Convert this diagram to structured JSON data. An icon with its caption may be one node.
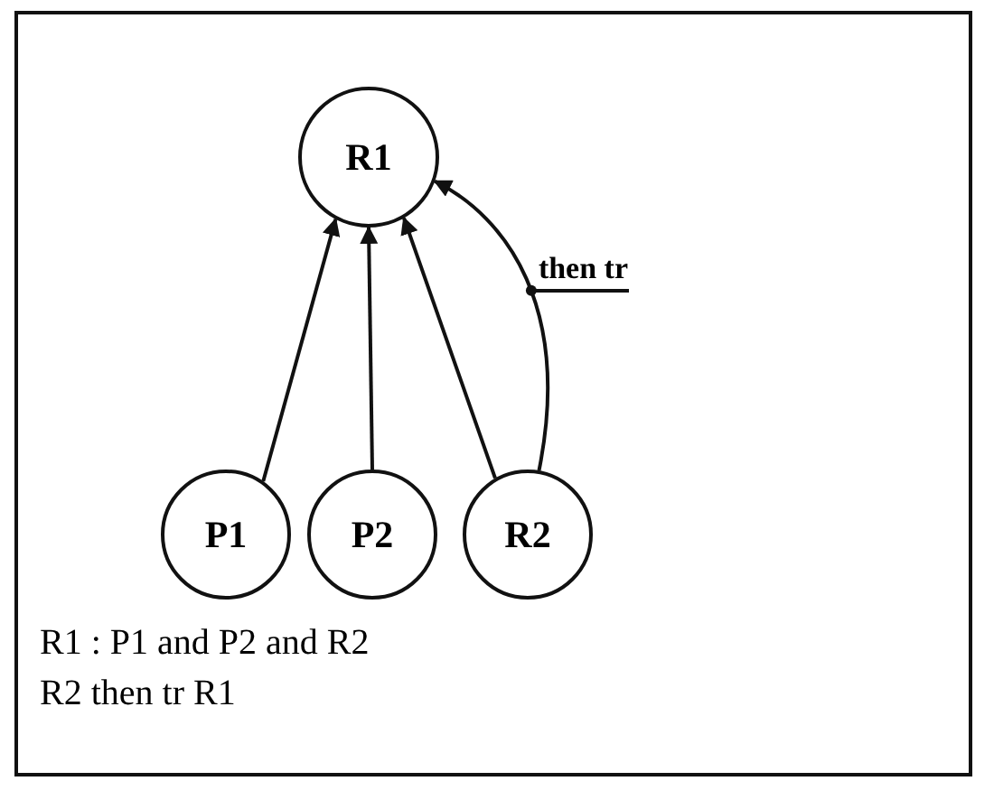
{
  "diagram": {
    "nodes": [
      {
        "text": [
          "R1"
        ]
      },
      {
        "text": [
          "P1"
        ]
      },
      {
        "text": [
          "P2"
        ]
      },
      {
        "text": [
          "R2"
        ]
      }
    ],
    "edges": [
      {
        "from": 1,
        "to": 0,
        "arrow": "to"
      },
      {
        "from": 2,
        "to": 0,
        "arrow": "to"
      },
      {
        "from": 3,
        "to": 0,
        "arrow": "to"
      },
      {
        "from": 3,
        "to": 0,
        "arrow": "to",
        "label": "then tr"
      }
    ],
    "labels": [
      "R1 : P1 and P2 and R2",
      "R2 then tr R1"
    ]
  }
}
